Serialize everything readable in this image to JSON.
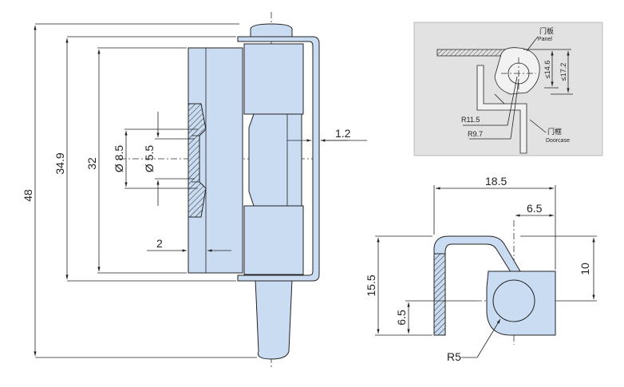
{
  "main_view": {
    "dims": {
      "overall_height": "48",
      "door_span": "34.9",
      "leaf_height": "32",
      "hole_outer": "Ø 8.5",
      "hole_inner": "Ø 5.5",
      "gap_right": "1.2",
      "leaf_thickness": "2"
    }
  },
  "install_view": {
    "labels": {
      "panel_cn": "门板",
      "panel_en": "Panel",
      "doorcase_cn": "门框",
      "doorcase_en": "Doorcase"
    },
    "dims": {
      "d1": "≤14.6",
      "d2": "≤17.2",
      "r1": "R11.5",
      "r2": "R9.7"
    }
  },
  "side_view": {
    "dims": {
      "width": "18.5",
      "offset": "6.5",
      "height": "15.5",
      "pin_height": "6.5",
      "right_height": "10",
      "radius": "R5"
    }
  },
  "colors": {
    "part_fill": "#c9dcf2",
    "panel_bg": "#e2e2e2"
  }
}
